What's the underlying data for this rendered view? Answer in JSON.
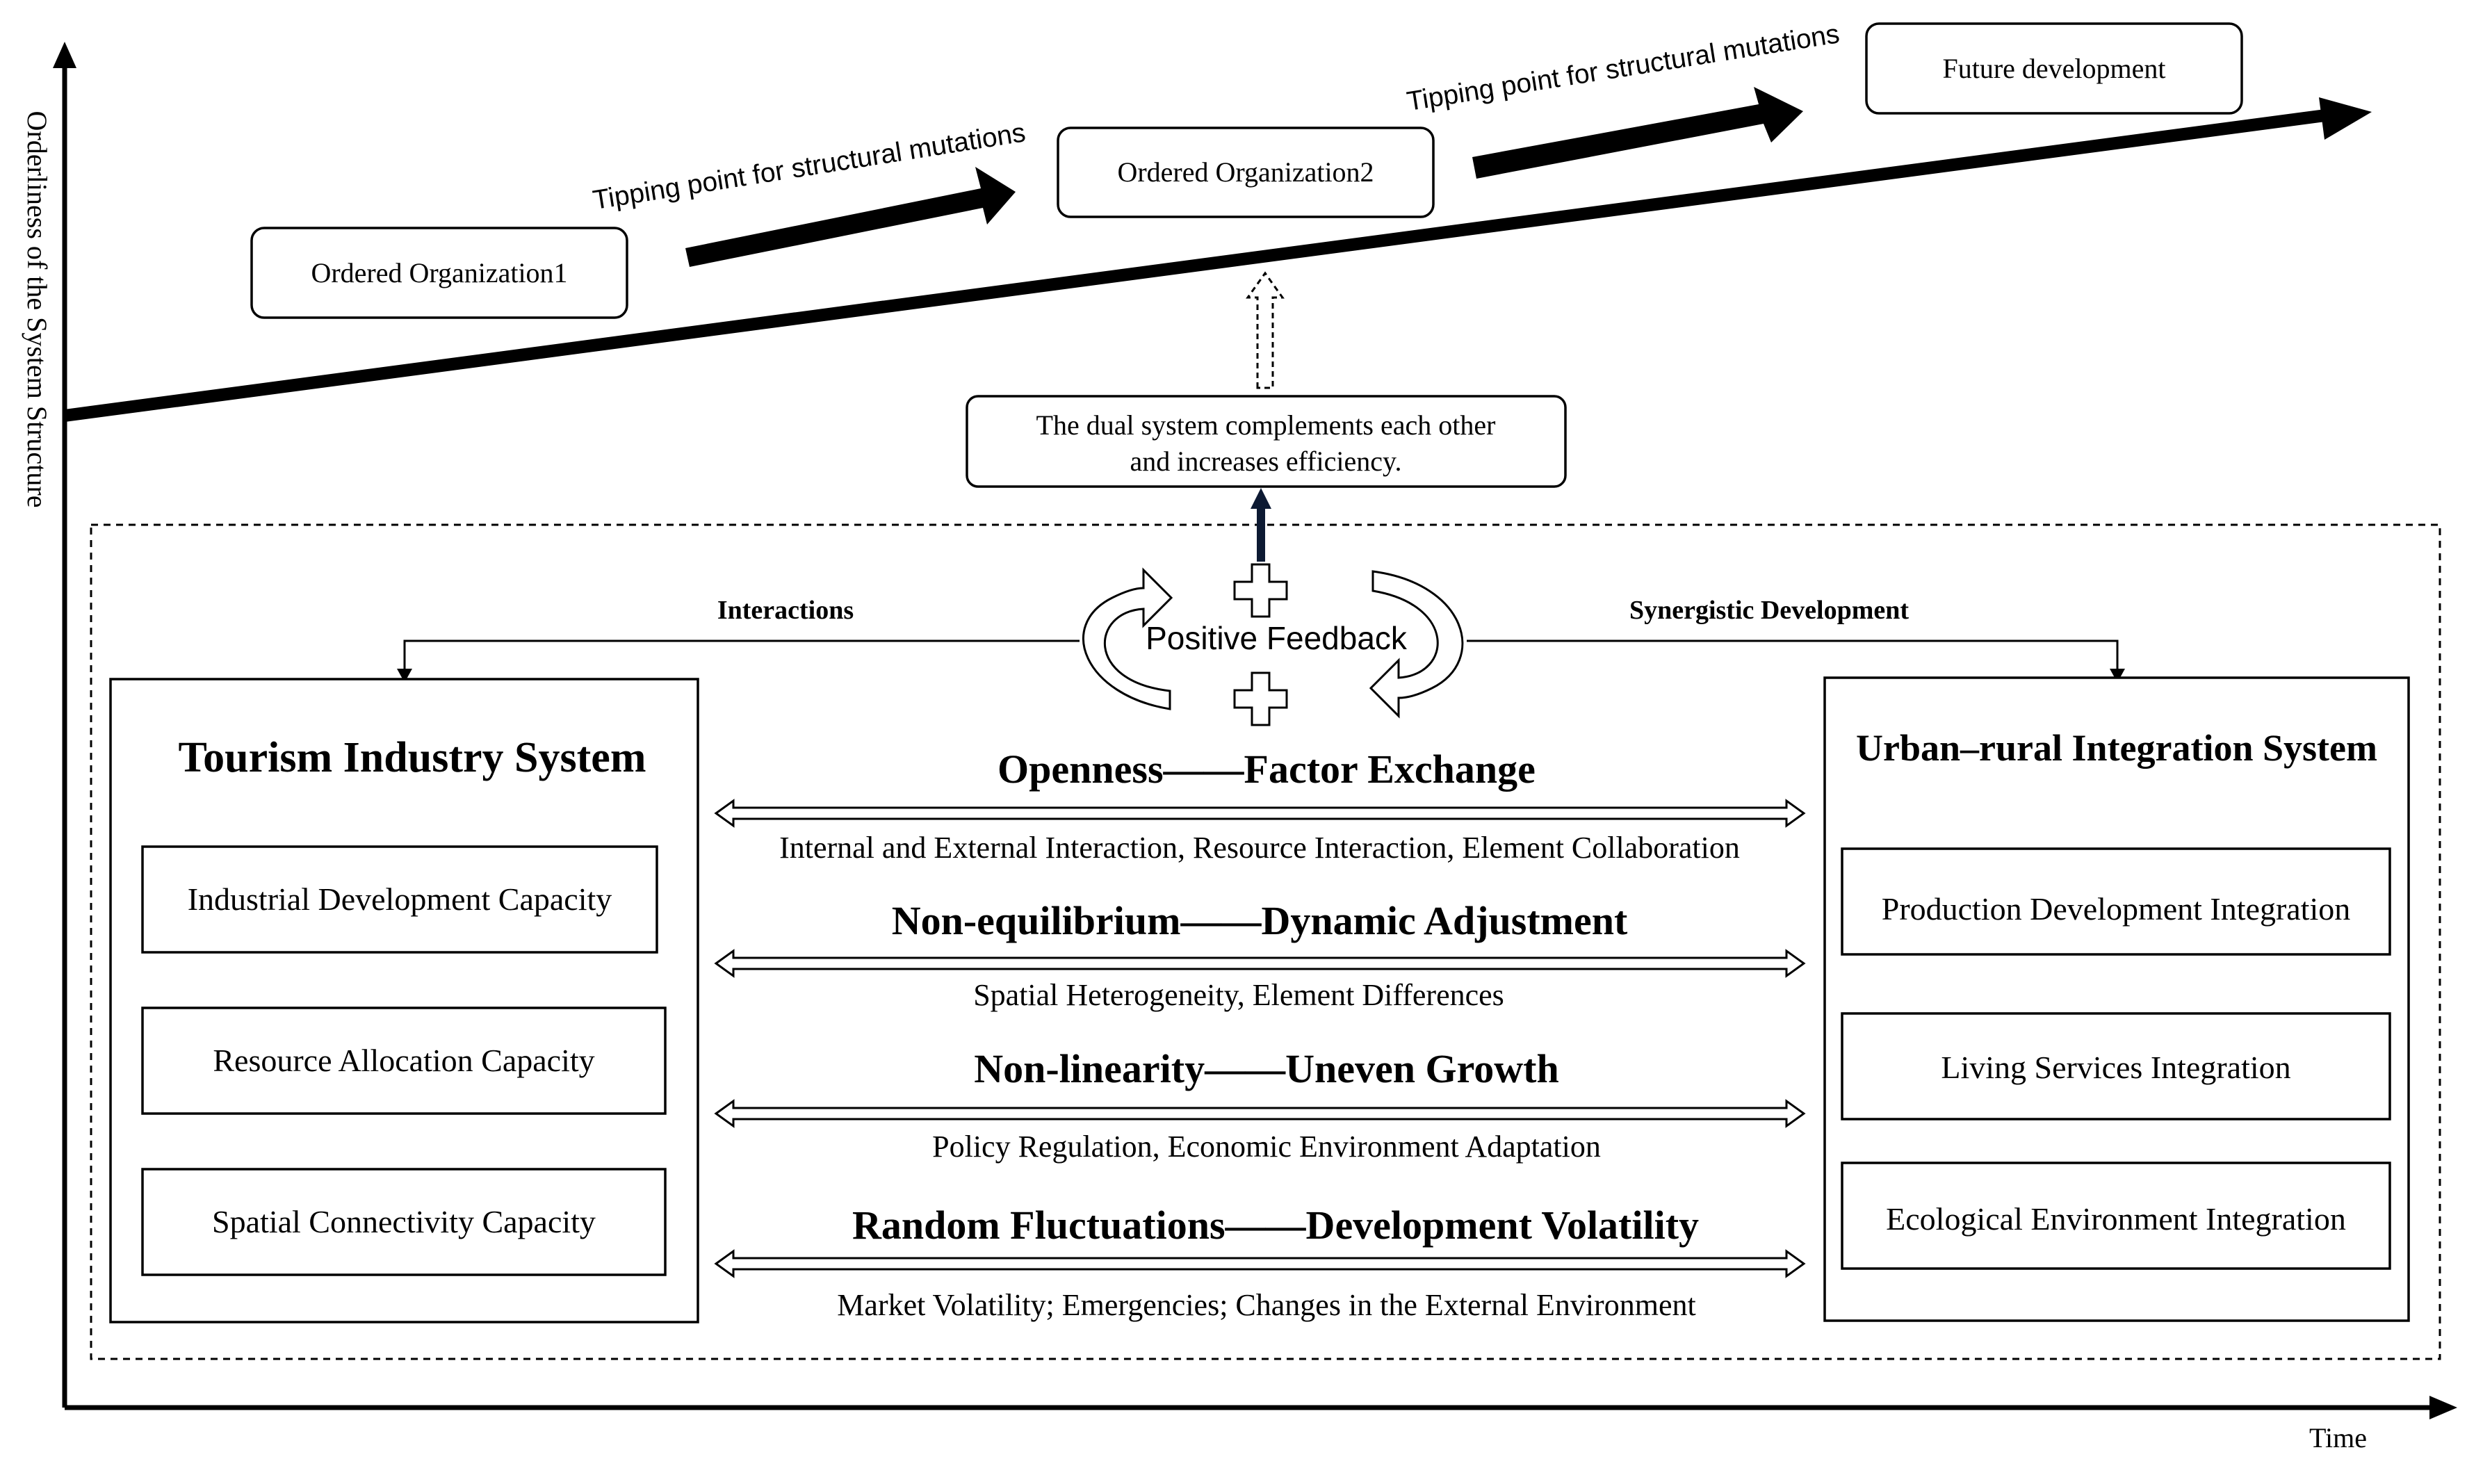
{
  "axes": {
    "y_label": "Orderliness of the System Structure",
    "x_label": "Time"
  },
  "top": {
    "org1": "Ordered Organization1",
    "org2": "Ordered Organization2",
    "future": "Future development",
    "tipping1": "Tipping point for structural mutations",
    "tipping2": "Tipping point for structural mutations",
    "dual_line1": "The dual system complements each other",
    "dual_line2": "and increases efficiency."
  },
  "center": {
    "positive_feedback": "Positive Feedback",
    "interactions": "Interactions",
    "synergistic": "Synergistic Development"
  },
  "left_system": {
    "title": "Tourism Industry System",
    "items": [
      "Industrial Development Capacity",
      "Resource Allocation Capacity",
      "Spatial Connectivity Capacity"
    ]
  },
  "right_system": {
    "title": "Urban–rural Integration System",
    "items": [
      "Production Development Integration",
      "Living Services Integration",
      "Ecological Environment Integration"
    ]
  },
  "links": [
    {
      "title": "Openness——Factor Exchange",
      "subtitle": "Internal and External Interaction, Resource Interaction, Element Collaboration"
    },
    {
      "title": "Non-equilibrium——Dynamic Adjustment",
      "subtitle": "Spatial Heterogeneity, Element Differences"
    },
    {
      "title": "Non-linearity——Uneven Growth",
      "subtitle": "Policy Regulation, Economic Environment Adaptation"
    },
    {
      "title": "Random Fluctuations——Development Volatility",
      "subtitle": "Market Volatility; Emergencies; Changes in the External Environment"
    }
  ]
}
